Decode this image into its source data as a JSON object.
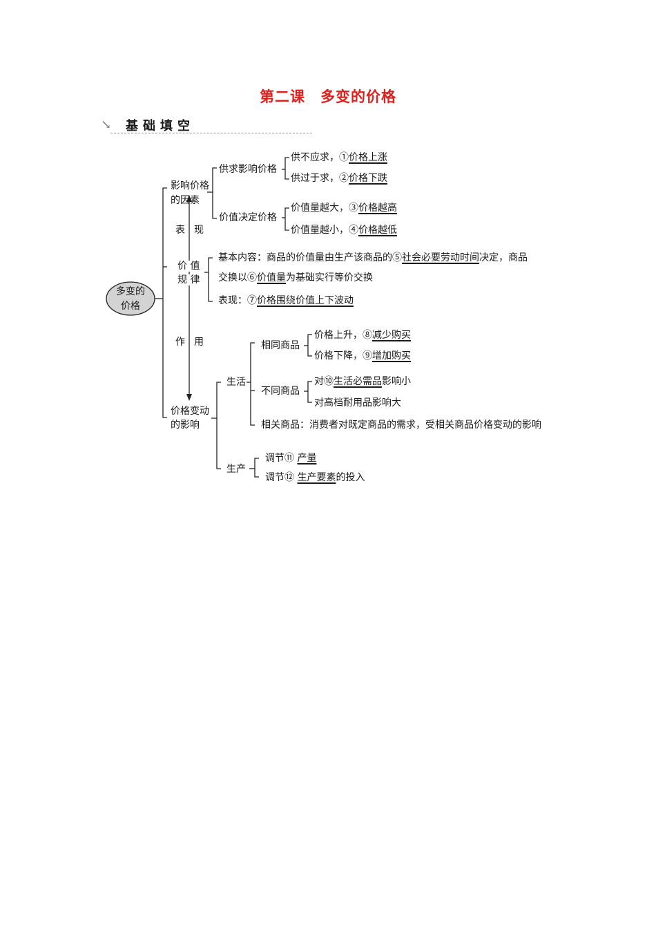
{
  "title": {
    "part1": "第二课",
    "part2": "多变的价格"
  },
  "section": {
    "icon": "arrow-down-right-icon",
    "label": "基础填空"
  },
  "root": {
    "line1": "多变的",
    "line2": "价格"
  },
  "factors": {
    "label_line1": "影响价格",
    "label_line2": "的因素",
    "supply_demand": {
      "label": "供求影响价格",
      "item1_prefix": "供不应求，①",
      "item1_answer": "价格上涨",
      "item2_prefix": "供过于求，②",
      "item2_answer": "价格下跌"
    },
    "value": {
      "label": "价值决定价格",
      "item1_prefix": "价值量越大，③",
      "item1_answer": "价格越高",
      "item2_prefix": "价值量越小，④",
      "item2_answer": "价格越低"
    }
  },
  "arrow_labels": {
    "biao": "表",
    "xian": "现",
    "zuo": "作",
    "yong": "用"
  },
  "law": {
    "line1": "价 值",
    "line2": "规 律",
    "content_prefix": "基本内容：商品的价值量由生产该商品的⑤",
    "content_answer1": "社会必要劳动时间",
    "content_mid": "决定，商品",
    "content_line2_prefix": "交换以⑥",
    "content_answer2": "价值量",
    "content_line2_suffix": "为基础实行等价交换",
    "form_prefix": "表现：⑦",
    "form_answer": "价格围绕价值上下波动"
  },
  "impact": {
    "label_line1": "价格变动",
    "label_line2": "的影响",
    "life": {
      "label": "生活",
      "same": {
        "label": "相同商品",
        "item1_prefix": "价格上升，⑧",
        "item1_answer": "减少购买",
        "item2_prefix": "价格下降，⑨",
        "item2_answer": "增加购买"
      },
      "different": {
        "label": "不同商品",
        "item1_prefix": "对⑩",
        "item1_answer": "生活必需品",
        "item1_suffix": "影响小",
        "item2": "对高档耐用品影响大"
      },
      "related": "相关商品：消费者对既定商品的需求，受相关商品价格变动的影响"
    },
    "production": {
      "label": "生产",
      "item1_prefix": "调节⑪ ",
      "item1_answer": "产量",
      "item2_prefix": "调节⑫ ",
      "item2_answer": "生产要素",
      "item2_suffix": "的投入"
    }
  }
}
